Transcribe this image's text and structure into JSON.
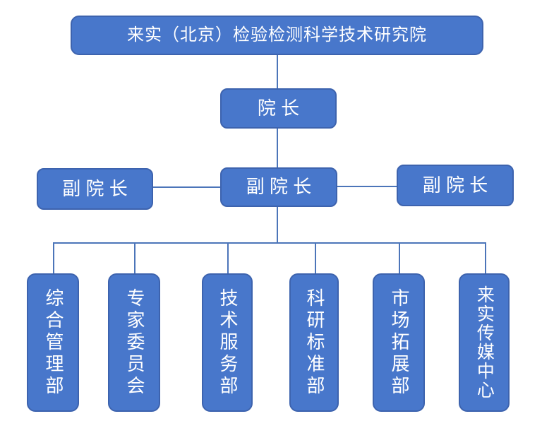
{
  "org_chart": {
    "type": "organization-chart",
    "root": "来实（北京）检验检测科学技术研究院",
    "president": "院 长",
    "vice_presidents": [
      {
        "label": "副 院 长"
      },
      {
        "label": "副 院 长"
      },
      {
        "label": "副 院 长"
      }
    ],
    "departments": [
      {
        "label": "综合管理部"
      },
      {
        "label": "专家委员会"
      },
      {
        "label": "技术服务部"
      },
      {
        "label": "科研标准部"
      },
      {
        "label": "市场拓展部"
      },
      {
        "label": "来实传媒中心"
      }
    ]
  },
  "colors": {
    "box_fill": "#4877CB",
    "box_border": "#3D63AE",
    "connector": "#4C75B9",
    "text": "#FFFFFF"
  }
}
